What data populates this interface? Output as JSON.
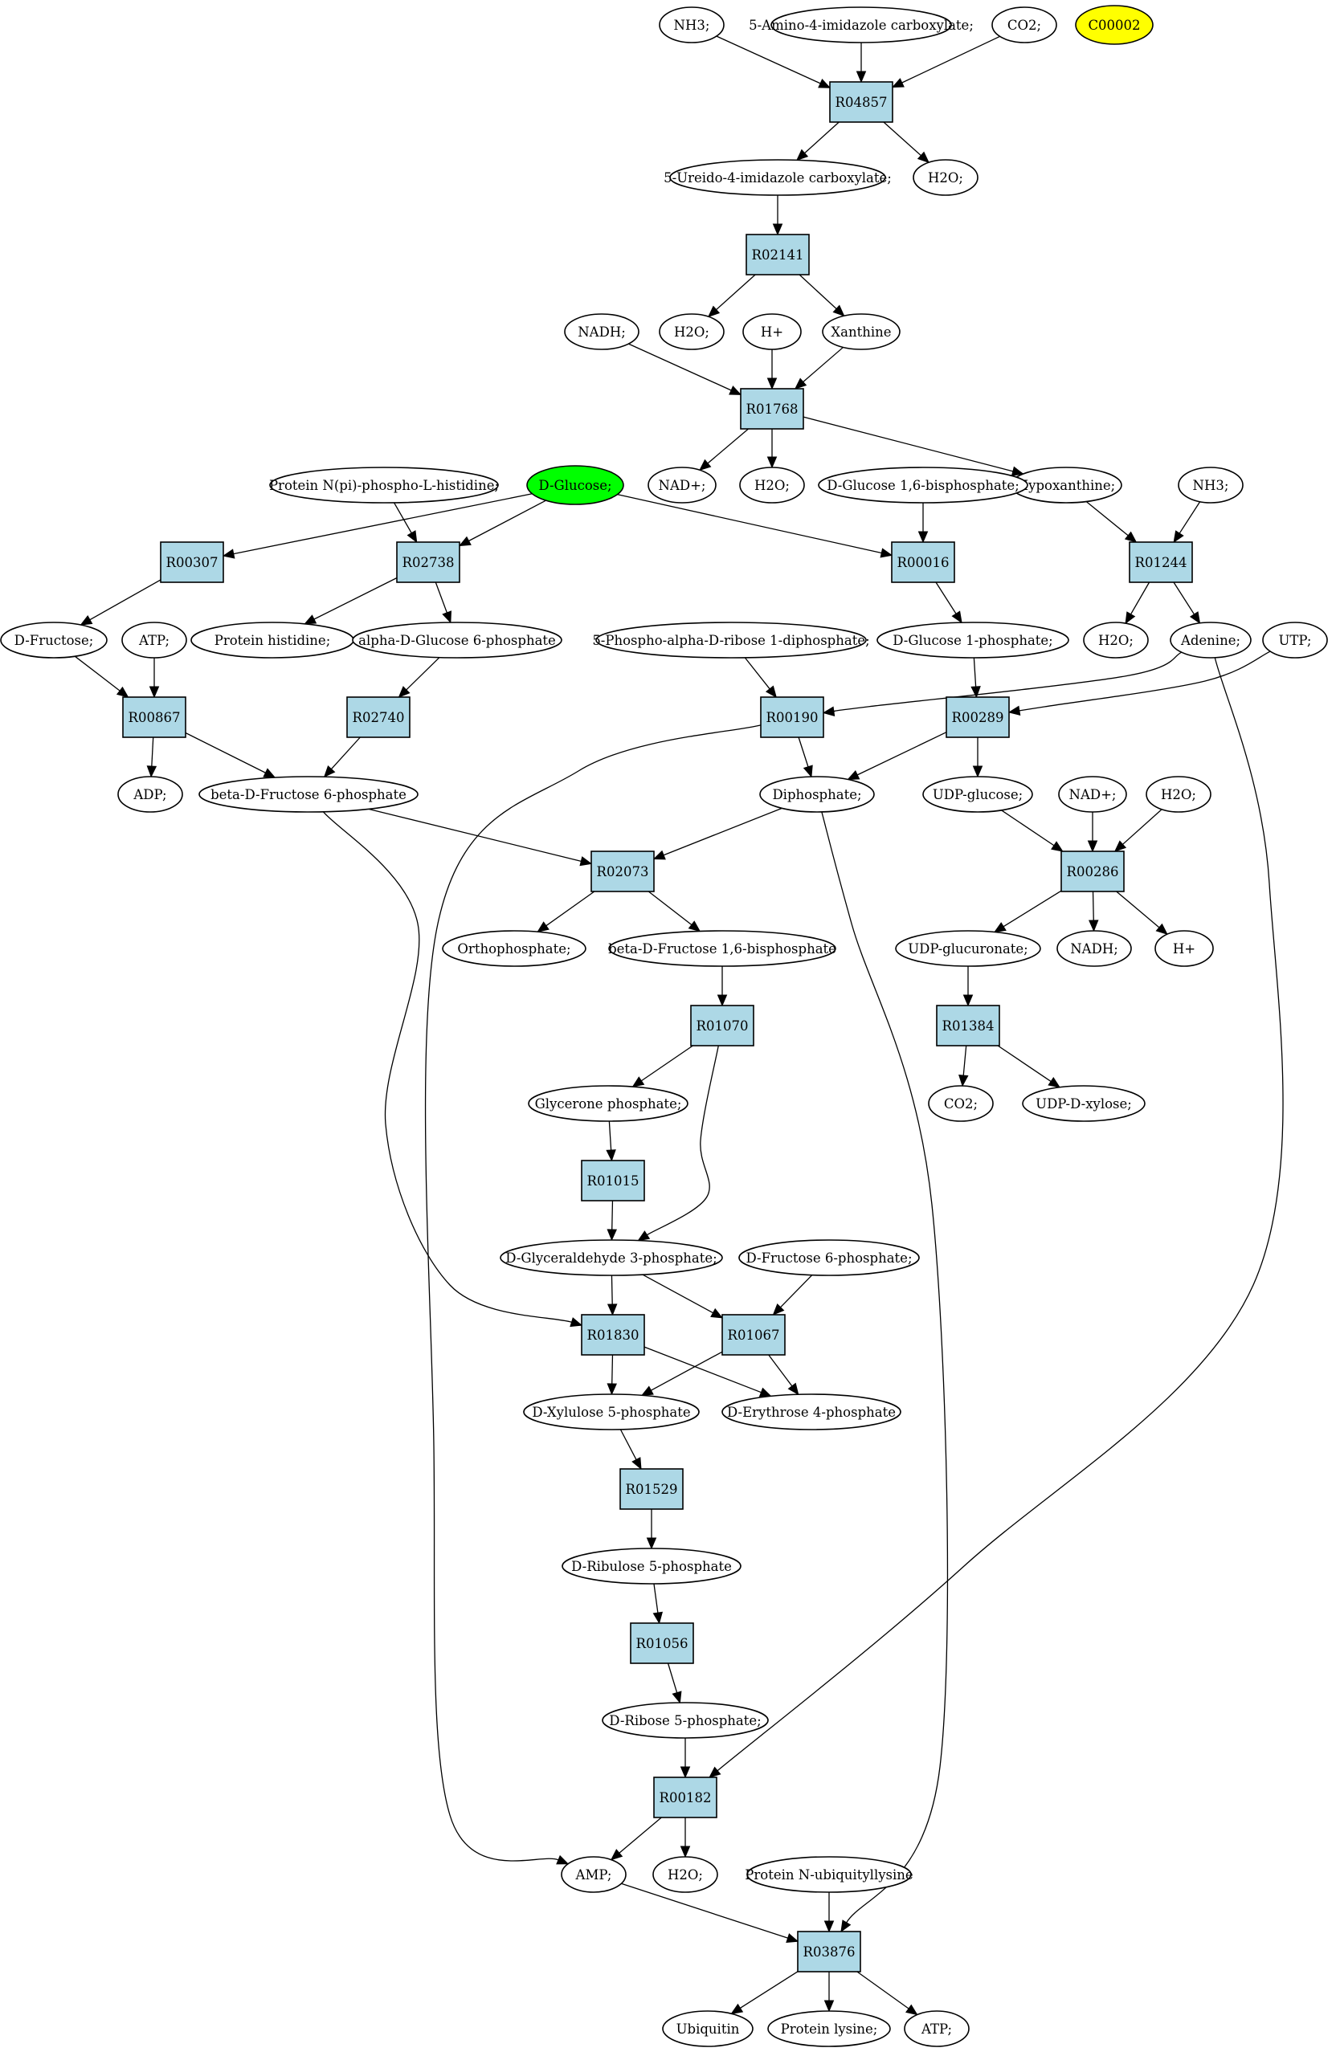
{
  "nodes": {
    "c_nh3_a": "NH3;",
    "c_aic": "5-Amino-4-imidazole carboxylate;",
    "c_co2_a": "CO2;",
    "c_c00002": "C00002",
    "r04857": "R04857",
    "c_ureido": "5-Ureido-4-imidazole carboxylate;",
    "c_h2o_a": "H2O;",
    "r02141": "R02141",
    "c_nadh_a": "NADH;",
    "c_h2o_b": "H2O;",
    "c_hplus_a": "H+",
    "c_xanthine": "Xanthine",
    "r01768": "R01768",
    "c_nadplus_a": "NAD+;",
    "c_h2o_c": "H2O;",
    "c_hypoxanthine": "Hypoxanthine;",
    "c_nh3_b": "NH3;",
    "c_protein_nphis": "Protein N(pi)-phospho-L-histidine;",
    "c_dglucose": "D-Glucose;",
    "c_dg16bp": "D-Glucose 1,6-bisphosphate;",
    "r00307": "R00307",
    "r02738": "R02738",
    "r00016": "R00016",
    "r01244": "R01244",
    "c_dfructose": "D-Fructose;",
    "c_atp_a": "ATP;",
    "c_protein_his": "Protein histidine;",
    "c_adg6p": "alpha-D-Glucose 6-phosphate",
    "c_prpp": "5-Phospho-alpha-D-ribose 1-diphosphate;",
    "c_dg1p": "D-Glucose 1-phosphate;",
    "c_h2o_d": "H2O;",
    "c_adenine": "Adenine;",
    "c_utp": "UTP;",
    "r00867": "R00867",
    "r02740": "R02740",
    "r00190": "R00190",
    "r00289": "R00289",
    "c_adp": "ADP;",
    "c_bdf6p": "beta-D-Fructose 6-phosphate",
    "c_diphosphate": "Diphosphate;",
    "c_udpglucose": "UDP-glucose;",
    "c_nadplus_b": "NAD+;",
    "c_h2o_e": "H2O;",
    "r02073": "R02073",
    "r00286": "R00286",
    "c_orthophosphate": "Orthophosphate;",
    "c_bdf16bp": "beta-D-Fructose 1,6-bisphosphate",
    "c_udpglucuronate": "UDP-glucuronate;",
    "c_nadh_b": "NADH;",
    "c_hplus_b": "H+",
    "r01070": "R01070",
    "r01384": "R01384",
    "c_glycerone": "Glycerone phosphate;",
    "c_co2_b": "CO2;",
    "c_udpxylose": "UDP-D-xylose;",
    "r01015": "R01015",
    "c_g3p": "D-Glyceraldehyde 3-phosphate;",
    "c_df6p": "D-Fructose 6-phosphate;",
    "r01830": "R01830",
    "r01067": "R01067",
    "c_xylulose": "D-Xylulose 5-phosphate",
    "c_erythrose": "D-Erythrose 4-phosphate",
    "r01529": "R01529",
    "c_ribulose": "D-Ribulose 5-phosphate",
    "r01056": "R01056",
    "c_ribose": "D-Ribose 5-phosphate;",
    "r00182": "R00182",
    "c_amp": "AMP;",
    "c_h2o_f": "H2O;",
    "c_protein_ubq": "Protein N-ubiquityllysine",
    "r03876": "R03876",
    "c_ubiquitin": "Ubiquitin",
    "c_protein_lys": "Protein lysine;",
    "c_atp_b": "ATP;"
  },
  "highlight_colors": {
    "reaction_fill": "#add8e6",
    "start_compound_fill": "#00ff00",
    "target_compound_fill": "#ffff00"
  }
}
